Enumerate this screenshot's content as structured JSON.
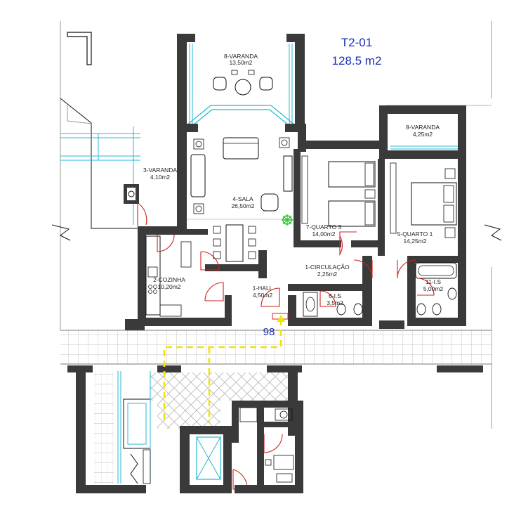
{
  "plan": {
    "unit_id": "T2-01",
    "unit_area": "128.5 m2",
    "door_number": "98"
  },
  "rooms": {
    "varanda_top": {
      "name": "8-VARANDA",
      "area": "13,50m2"
    },
    "sala": {
      "name": "4-SALA",
      "area": "26,50m2"
    },
    "varanda_left": {
      "name": "3-VARANDA",
      "area": "4,10m2"
    },
    "varanda_right": {
      "name": "8-VARANDA",
      "area": "4,25m2"
    },
    "quarto3": {
      "name": "7-QUARTO 3",
      "area": "14,00m2"
    },
    "quarto1": {
      "name": "5-QUARTO 1",
      "area": "14,25m2"
    },
    "circulacao": {
      "name": "1-CIRCULAÇÃO",
      "area": "2,25m2"
    },
    "cozinha": {
      "name": "2-COZINHA",
      "area": "10,20m2"
    },
    "hall": {
      "name": "1-HALL",
      "area": "4,50m2"
    },
    "is_small": {
      "name": "6-I.S",
      "area": "3,5m2"
    },
    "is_large": {
      "name": "11-I.S",
      "area": "5,00m2"
    }
  },
  "colors": {
    "wall": "#3a3a3a",
    "glazing": "#23b8d6",
    "door": "#d0201a",
    "tree": "#22c422",
    "route": "#f0e400",
    "label": "#1a2fb5"
  }
}
